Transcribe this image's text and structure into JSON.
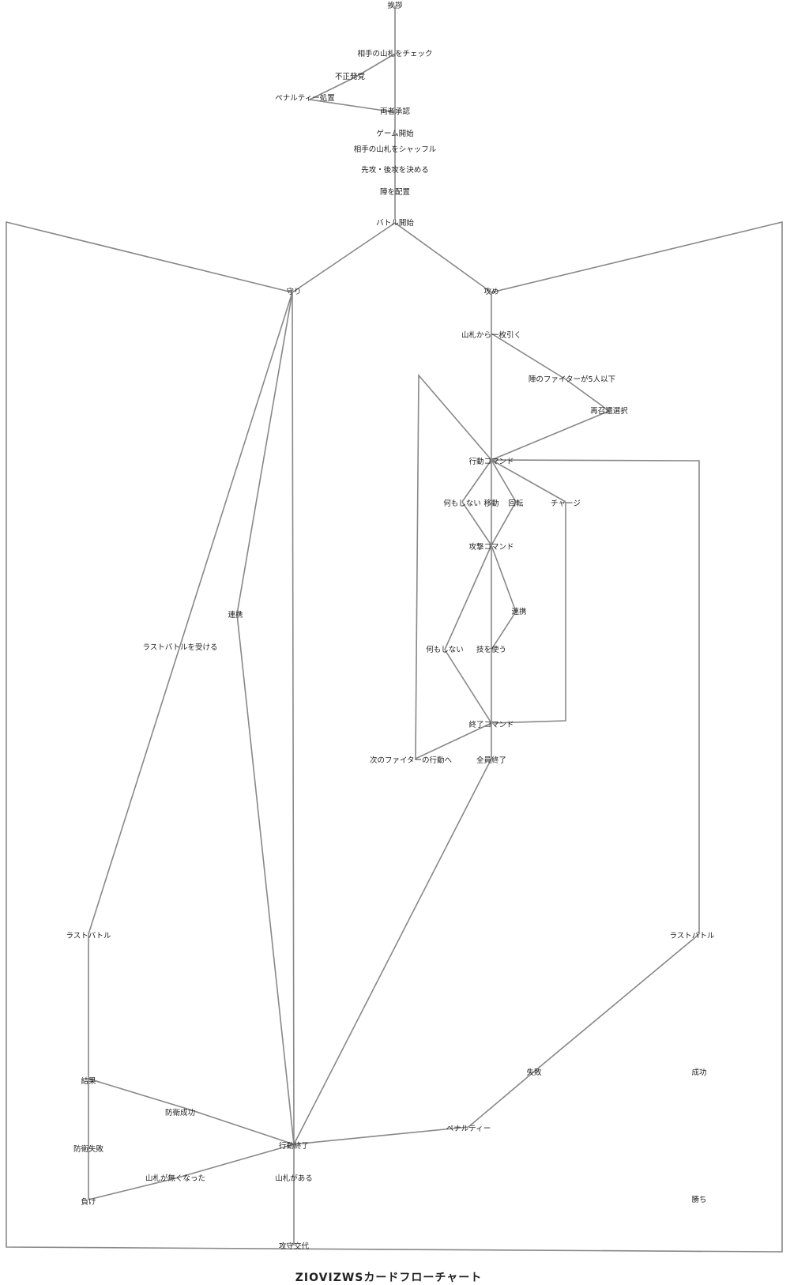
{
  "title": "ZIOVIZWSカードフローチャート",
  "colors": {
    "line": "#888888",
    "text": "#222222",
    "background": "#ffffff"
  },
  "nodes": {
    "greeting": "挨拶",
    "check_deck": "相手の山札をチェック",
    "cheat_found": "不正発覚",
    "penalty_action": "ペナルティー処置",
    "mutual_approval": "両者承認",
    "game_start": "ゲーム開始",
    "shuffle_deck": "相手の山札をシャッフル",
    "decide_order": "先攻・後攻を決める",
    "deploy_formation": "陣を配置",
    "battle_start": "バトル開始",
    "defense": "守り",
    "attack": "攻め",
    "draw_card": "山札から一枚引く",
    "fighters_under5": "陣のファイターが5人以下",
    "resummon": "再召還選択",
    "action_command": "行動コマンド",
    "do_nothing_1": "何もしない",
    "move": "移動",
    "rotate": "回転",
    "charge": "チャージ",
    "attack_command": "攻撃コマンド",
    "combo_atk": "連携",
    "do_nothing_2": "何もしない",
    "use_skill": "技を使う",
    "end_command": "終了コマンド",
    "next_fighter": "次のファイターの行動へ",
    "all_done": "全員終了",
    "combo_def": "連携",
    "receive_last_battle": "ラストバトルを受ける",
    "last_battle_left": "ラストバトル",
    "last_battle_right": "ラストバトル",
    "result": "結果",
    "defense_success": "防衛成功",
    "defense_fail": "防衛失敗",
    "lose": "負け",
    "action_end": "行動終了",
    "deck_empty": "山札が無くなった",
    "deck_remaining": "山札がある",
    "penalty": "ペナルティー",
    "failure": "失敗",
    "success": "成功",
    "win": "勝ち",
    "turn_change": "攻守交代"
  }
}
